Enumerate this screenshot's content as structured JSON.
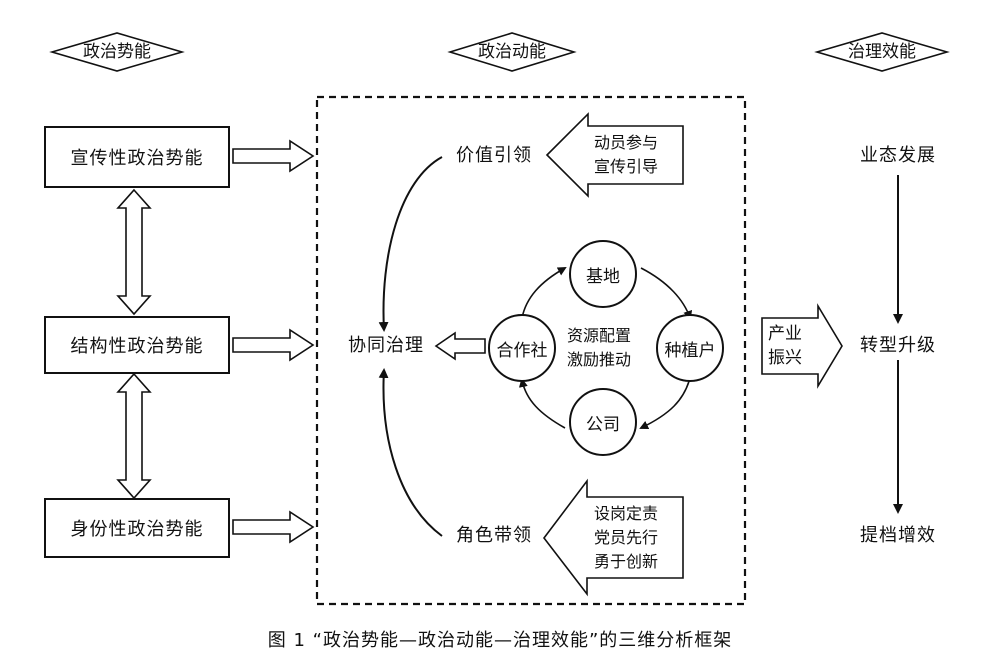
{
  "headers": {
    "left": "政治势能",
    "middle": "政治动能",
    "right": "治理效能"
  },
  "potential_boxes": [
    "宣传性政治势能",
    "结构性政治势能",
    "身份性政治势能"
  ],
  "kinetic": {
    "value_lead": "价值引领",
    "role_lead": "角色带领",
    "collab": "协同治理",
    "top_callout": [
      "动员参与",
      "宣传引导"
    ],
    "bottom_callout": [
      "设岗定责",
      "党员先行",
      "勇于创新"
    ],
    "cycle_nodes": {
      "top": "基地",
      "right": "种植户",
      "bottom": "公司",
      "left": "合作社"
    },
    "cycle_center": [
      "资源配置",
      "激励推动"
    ]
  },
  "revitalization_arrow": [
    "产业",
    "振兴"
  ],
  "efficacy": [
    "业态发展",
    "转型升级",
    "提档增效"
  ],
  "caption": "图 1 “政治势能—政治动能—治理效能”的三维分析框架"
}
